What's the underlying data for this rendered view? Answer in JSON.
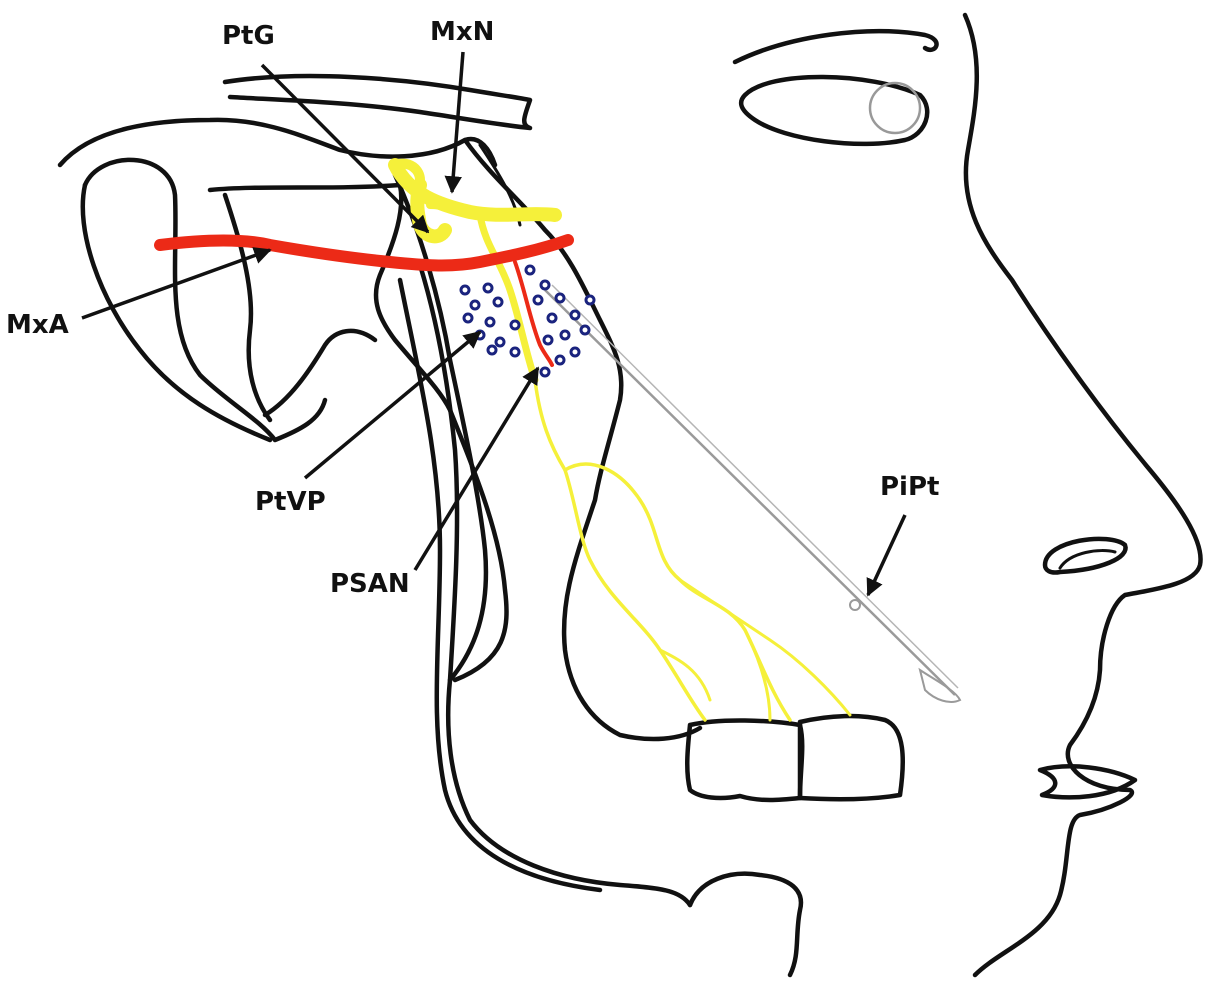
{
  "labels": {
    "ptg": "PtG",
    "mxn": "MxN",
    "mxa": "MxA",
    "ptvp": "PtVP",
    "psan": "PSAN",
    "pipt": "PiPt"
  },
  "colors": {
    "outline": "#111111",
    "nerve": "#f5f03a",
    "artery": "#ec2a17",
    "venous_plexus": "#1a237e",
    "needle": "#9a9a9a"
  }
}
